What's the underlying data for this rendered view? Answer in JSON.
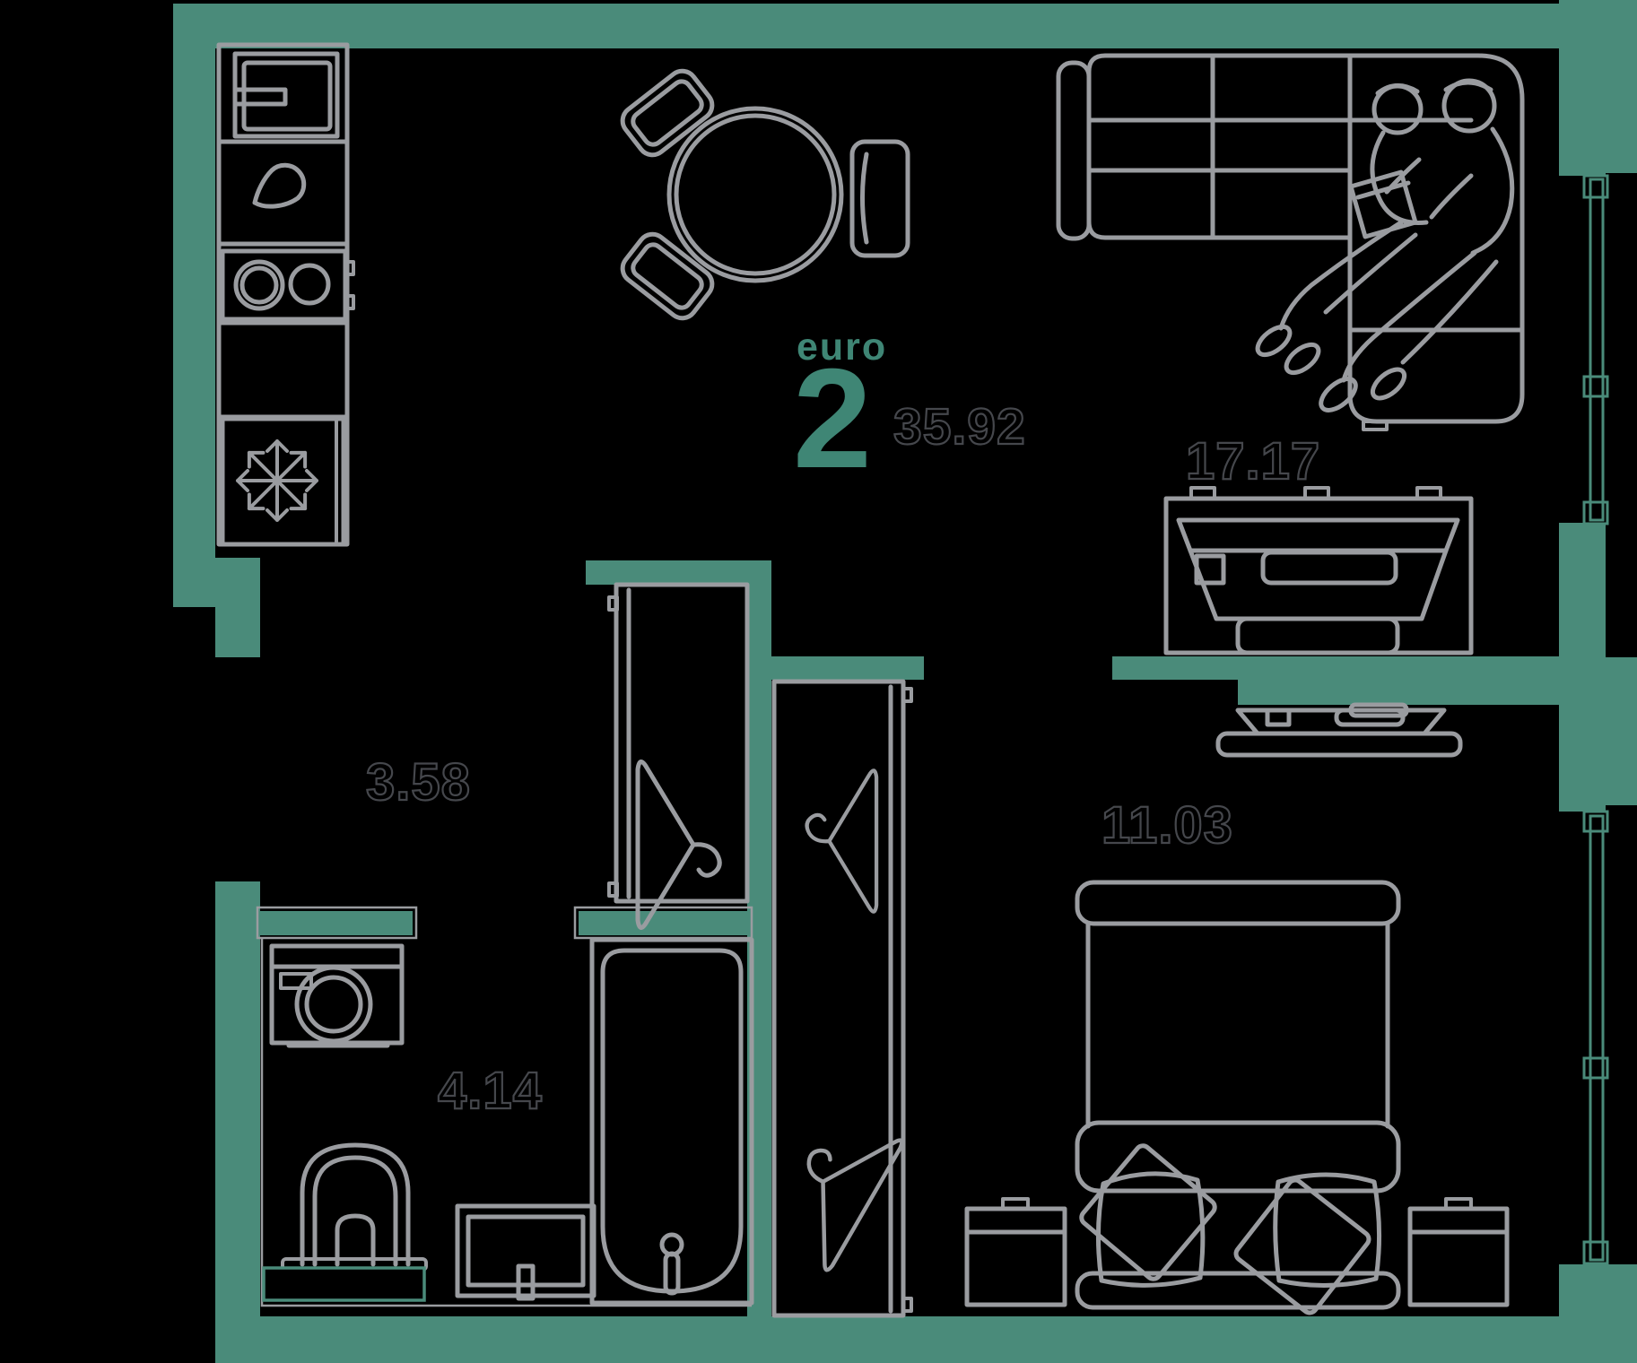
{
  "plan": {
    "unit_type_label": "euro",
    "rooms_count": "2",
    "total_area": "35.92",
    "rooms": [
      {
        "name": "living-room",
        "area": "17.17"
      },
      {
        "name": "hallway",
        "area": "3.58"
      },
      {
        "name": "bathroom",
        "area": "4.14"
      },
      {
        "name": "bedroom",
        "area": "11.03"
      }
    ],
    "colors": {
      "background": "#000000",
      "wall": "#4A8B7A",
      "accent_text": "#3F8675",
      "furniture_line": "#9A9CA0",
      "area_text_outline": "#45474C"
    },
    "furniture_icons": [
      "kitchen-sink-icon",
      "burner-icon",
      "cooktop-icon",
      "refrigerator-snowflake-icon",
      "dining-table-icon",
      "dining-chair-icon",
      "corner-sofa-icon",
      "people-reading-icon",
      "window-icon",
      "tv-console-icon",
      "tv-icon",
      "wardrobe-icon",
      "hanger-icon",
      "bed-icon",
      "pillow-icon",
      "nightstand-icon",
      "washing-machine-icon",
      "toilet-icon",
      "washbasin-icon",
      "bathtub-icon",
      "vanity-counter-icon"
    ]
  }
}
